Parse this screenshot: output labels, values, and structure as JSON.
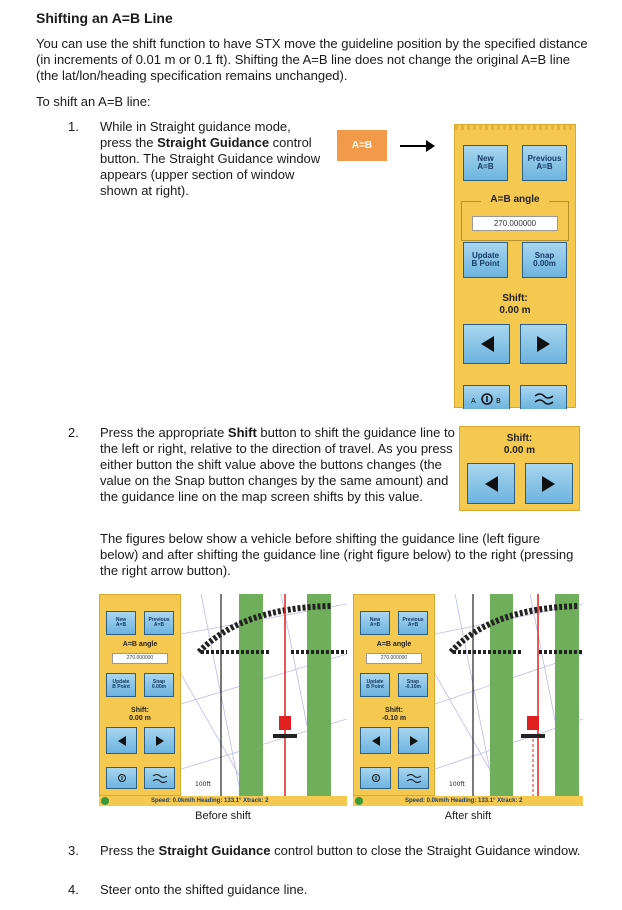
{
  "heading": "Shifting an A=B Line",
  "intro": "You can use the shift function to have STX move the guideline position by the specified distance (in increments of 0.01 m or 0.1 ft). Shifting the A=B line does not change the original A=B line (the lat/lon/heading specification remains unchanged).",
  "lead": "To shift an A=B line:",
  "step1": {
    "num": "1.",
    "t1": "While in Straight guidance mode, press the ",
    "b": "Straight Guidance",
    "t2": " control button. The Straight Guidance window appears (upper section of window shown at right)."
  },
  "step2": {
    "num": "2.",
    "t1": "Press the appropriate ",
    "b": "Shift",
    "t2": " button to shift the guidance line to the left or right, relative to the direction of travel. As you press either button the shift value above the buttons changes (the value on the Snap button changes by the same amount) and the guidance line on the map screen shifts by this value."
  },
  "figtext": "The figures below show a vehicle before shifting the guidance line (left figure below) and after shifting the guidance line (right figure below) to the right (pressing the right arrow button).",
  "step3": {
    "num": "3.",
    "t1": "Press the ",
    "b": "Straight Guidance",
    "t2": " control button to close the Straight Guidance window."
  },
  "step4": {
    "num": "4.",
    "t": "Steer onto the shifted guidance line."
  },
  "ab_button": "A=B",
  "window": {
    "new_l1": "New",
    "new_l2": "A=B",
    "prev_l1": "Previous",
    "prev_l2": "A=B",
    "angle_label": "A=B angle",
    "angle_value": "270.000000",
    "update_l1": "Update",
    "update_l2": "B Point",
    "snap_l1": "Snap",
    "snap_l2": "0.00m",
    "shift_label": "Shift:",
    "shift_value": "0.00 m"
  },
  "shift_panel": {
    "label": "Shift:",
    "value": "0.00 m"
  },
  "fig_before": {
    "snap_l2": "0.00m",
    "shift_value": "0.00 m",
    "caption": "Before shift"
  },
  "fig_after": {
    "snap_l2": "-0.10m",
    "shift_value": "-0.10 m",
    "caption": "After shift"
  },
  "scale_label": "100ft",
  "status_text": "Speed: 0.0km/h  Heading: 133.1°  Xtrack:  2",
  "colors": {
    "panel": "#f5c84f",
    "button": "#8cc6e8",
    "ab_button": "#f39a4a",
    "field_green": "#6fae5a",
    "guide_red": "#e02020"
  }
}
